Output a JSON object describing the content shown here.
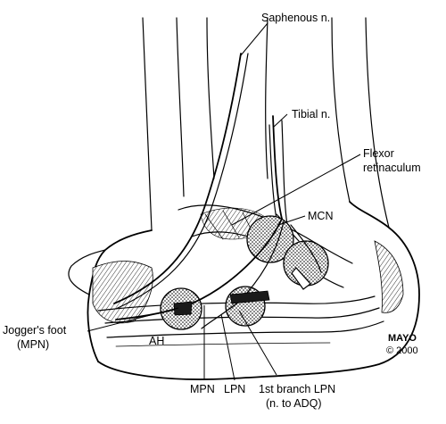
{
  "labels": {
    "saphenous": "Saphenous n.",
    "tibial": "Tibial n.",
    "flexor_line1": "Flexor",
    "flexor_line2": "retinaculum",
    "mcn": "MCN",
    "joggers_line1": "Jogger's foot",
    "joggers_line2": "(MPN)",
    "ah": "AH",
    "mpn": "MPN",
    "lpn": "LPN",
    "first_branch_line1": "1st branch LPN",
    "first_branch_line2": "(n. to ADQ)"
  },
  "credit": {
    "name": "MAYO",
    "year": "© 2000"
  }
}
